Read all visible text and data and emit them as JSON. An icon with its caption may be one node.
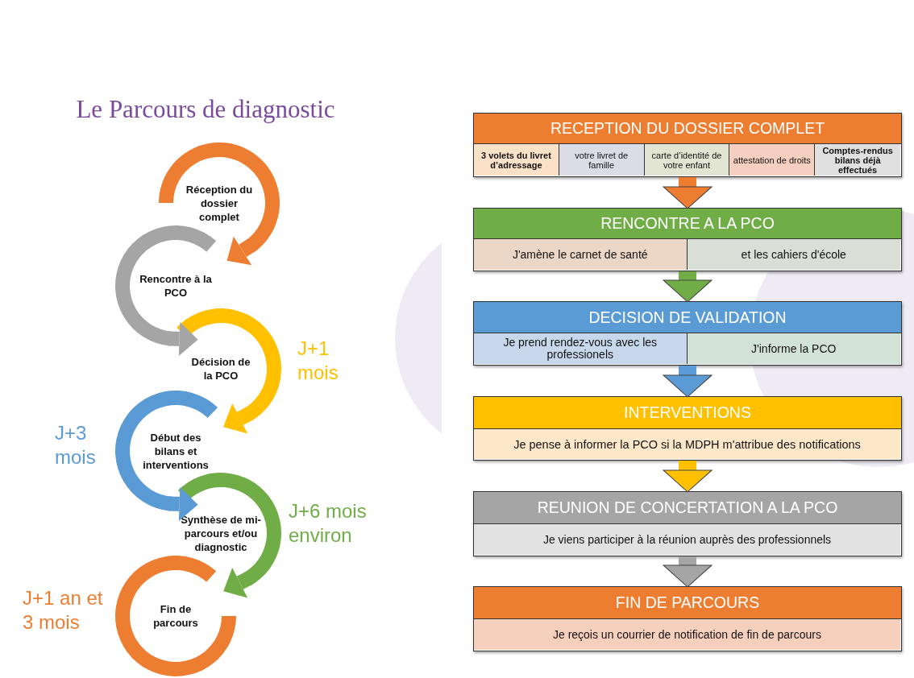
{
  "diagram": {
    "title": "Le Parcours de diagnostic",
    "nodes": [
      {
        "text": [
          "Réception du dossier complet"
        ]
      },
      {
        "text": [
          "Rencontre à la PCO"
        ]
      },
      {
        "text": [
          "Décision de la PCO"
        ],
        "beside": [
          "J+1 mois"
        ]
      },
      {
        "text": [
          "Début des bilans et interventions"
        ],
        "beside": [
          "J+3 mois"
        ]
      },
      {
        "text": [
          "Synthèse de mi-parcours et/ou diagnostic"
        ],
        "beside": [
          "J+6 mois environ"
        ]
      },
      {
        "text": [
          "Fin de parcours"
        ],
        "beside": [
          "J+1 an et 3 mois"
        ]
      },
      {
        "text": [
          "RECEPTION DU DOSSIER COMPLET"
        ]
      },
      {
        "text": [
          "3 volets du livret d’adressage"
        ],
        "in": 6
      },
      {
        "text": [
          "votre livret de famille"
        ],
        "in": 6
      },
      {
        "text": [
          "carte d’identité de votre enfant"
        ],
        "in": 6
      },
      {
        "text": [
          "attestation de droits"
        ],
        "in": 6
      },
      {
        "text": [
          "Comptes-rendus bilans déjà effectués"
        ],
        "in": 6
      },
      {
        "text": [
          "RENCONTRE A LA PCO"
        ]
      },
      {
        "text": [
          "J'amène le carnet de santé"
        ],
        "in": 12
      },
      {
        "text": [
          "et les cahiers d'école"
        ],
        "in": 12
      },
      {
        "text": [
          "DECISION DE VALIDATION"
        ]
      },
      {
        "text": [
          "Je prend rendez-vous avec les professionels"
        ],
        "in": 15
      },
      {
        "text": [
          "J'informe la PCO"
        ],
        "in": 15
      },
      {
        "text": [
          "INTERVENTIONS"
        ]
      },
      {
        "text": [
          "Je pense à informer la PCO si la MDPH m'attribue des notifications"
        ],
        "in": 18
      },
      {
        "text": [
          "REUNION DE CONCERTATION A LA PCO"
        ]
      },
      {
        "text": [
          "Je viens participer à la réunion auprès des professionnels"
        ],
        "in": 20
      },
      {
        "text": [
          "FIN DE PARCOURS"
        ]
      },
      {
        "text": [
          "Je reçois un courrier de notification de fin de parcours"
        ],
        "in": 22
      }
    ],
    "edges": [
      {
        "from": 0,
        "to": 1,
        "arrow": "to",
        "color": "#ed7d31"
      },
      {
        "from": 1,
        "to": 2,
        "arrow": "to",
        "color": "#a5a5a5"
      },
      {
        "from": 2,
        "to": 3,
        "arrow": "to",
        "color": "#ffc000"
      },
      {
        "from": 3,
        "to": 4,
        "arrow": "to",
        "color": "#5b9bd5"
      },
      {
        "from": 4,
        "to": 5,
        "arrow": "to",
        "color": "#70ad47"
      },
      {
        "from": 6,
        "to": 12,
        "arrow": "to",
        "color": "#ed7d31"
      },
      {
        "from": 12,
        "to": 15,
        "arrow": "to",
        "color": "#70ad47"
      },
      {
        "from": 15,
        "to": 18,
        "arrow": "to",
        "color": "#5b9bd5"
      },
      {
        "from": 18,
        "to": 20,
        "arrow": "to",
        "color": "#ffc000"
      },
      {
        "from": 20,
        "to": 22,
        "arrow": "to",
        "color": "#a5a5a5"
      }
    ]
  }
}
